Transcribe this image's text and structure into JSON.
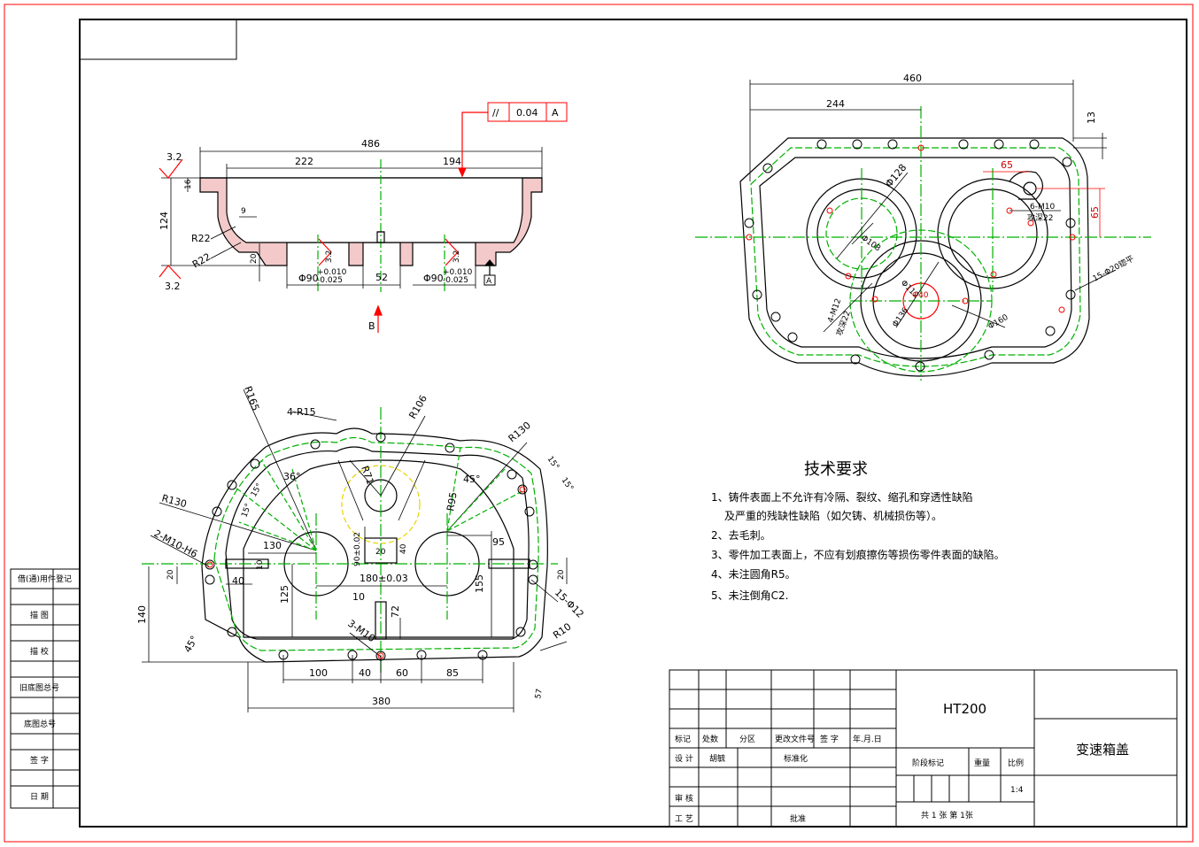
{
  "colors": {
    "frame": "#ff0000",
    "line": "#000000",
    "center": "#00b000",
    "hidden": "#ff0000",
    "hatch": "#cc0000",
    "phantom": "#e8d400"
  },
  "top_section": {
    "dims": {
      "overall": "486",
      "left": "222",
      "right": "194",
      "height": "124",
      "flange": "16",
      "wall": "9",
      "bottom": "20",
      "boss": "52"
    },
    "radii": {
      "r1": "R22",
      "r2": "R22"
    },
    "roughness": {
      "top": "3.2",
      "bottom": "3.2",
      "bore1": "3.2",
      "bore2": "3.2"
    },
    "bores": {
      "d1": "Φ90",
      "d1_tol_up": "+0.010",
      "d1_tol_lo": "-0.025",
      "d2": "Φ90",
      "d2_tol_up": "+0.010",
      "d2_tol_lo": "-0.025"
    },
    "tolerance_frame": {
      "symbol": "//",
      "value": "0.04",
      "datum": "A"
    },
    "datum_mark": "A",
    "view_arrow": "B"
  },
  "right_view": {
    "dims": {
      "width": "460",
      "left": "244",
      "edge": "13",
      "hole_dx": "65",
      "hole_dy": "65"
    },
    "diameters": {
      "d128": "Φ128",
      "d108": "Φ108",
      "d112": "Φ112",
      "d136": "Φ136",
      "d160": "Φ160",
      "d40": "Φ40"
    },
    "notes": {
      "m10": "6-M10",
      "m10_depth": "攻深22",
      "m12": "4-M12",
      "m12_depth": "攻深22",
      "holes": "15-Φ20锪平"
    }
  },
  "bottom_view": {
    "radii": {
      "r165": "R165",
      "r15": "4-R15",
      "r106": "R106",
      "r130a": "R130",
      "r130b": "R130",
      "r71": "R71",
      "r95": "R95",
      "r10": "R10"
    },
    "angles": {
      "a36": "36°",
      "a15a": "15°",
      "a15b": "15°",
      "a45a": "45°",
      "a15c": "15°",
      "a15d": "15°",
      "a45b": "45°"
    },
    "dims": {
      "d130": "130",
      "d10": "10",
      "d40a": "40",
      "d20a": "20",
      "d125": "125",
      "d90": "90±0.02",
      "d20b": "20",
      "d40b": "40",
      "d180": "180±0.03",
      "d95": "95",
      "d155": "155",
      "d20c": "20",
      "d140": "140",
      "d10b": "10",
      "d72": "72",
      "d100": "100",
      "d40c": "40",
      "d60": "60",
      "d85": "85",
      "d380": "380",
      "d57": "57"
    },
    "notes": {
      "m10h6": "2-M10-H6",
      "holes12": "15-Φ12",
      "m10": "3-M10"
    }
  },
  "requirements": {
    "title": "技术要求",
    "items": [
      "1、铸件表面上不允许有冷隔、裂纹、缩孔和穿透性缺陷",
      "及严重的残缺性缺陷（如欠铸、机械损伤等）。",
      "2、去毛刺。",
      "3、零件加工表面上，不应有划痕擦伤等损伤零件表面的缺陷。",
      "4、未注圆角R5。",
      "5、未注倒角C2."
    ]
  },
  "side_stamps": [
    "借(通)用件登记",
    "描  图",
    "描  校",
    "旧底图总号",
    "底图总号",
    "签  字",
    "日  期"
  ],
  "title_block": {
    "material": "HT200",
    "name": "变速箱盖",
    "headers": [
      "标记",
      "处数",
      "分区",
      "更改文件号",
      "签 字",
      "年.月.日"
    ],
    "design": "设 计",
    "designer": "胡毓",
    "standard": "标准化",
    "stage": "阶段标记",
    "weight": "重量",
    "scale_label": "比例",
    "scale": "1:4",
    "review": "审 核",
    "process": "工 艺",
    "approve": "批准",
    "sheets": "共  1  张   第   1张"
  }
}
